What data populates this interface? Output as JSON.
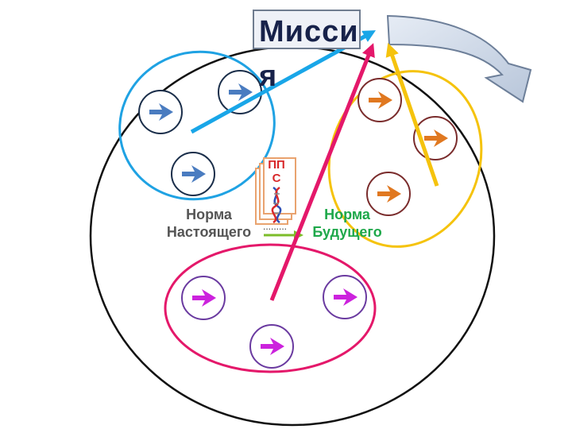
{
  "mission": {
    "label": "Миссия"
  },
  "norms": {
    "present": "Норма Настоящего",
    "future": "Норма Будущего"
  },
  "document": {
    "label": "ППС",
    "dots": "........."
  },
  "colors": {
    "blue": "#4a7cc0",
    "cyan_arrow": "#19a6e8",
    "orange": "#e07820",
    "magenta": "#cc22dd",
    "pink_ellipse": "#e4186a",
    "yellow": "#f5c30d",
    "green": "#7cbd2a",
    "circle_border": "#7a2c2c"
  },
  "icons": [
    "dna-icon",
    "right-arrow-icon",
    "curved-arrow-icon"
  ]
}
